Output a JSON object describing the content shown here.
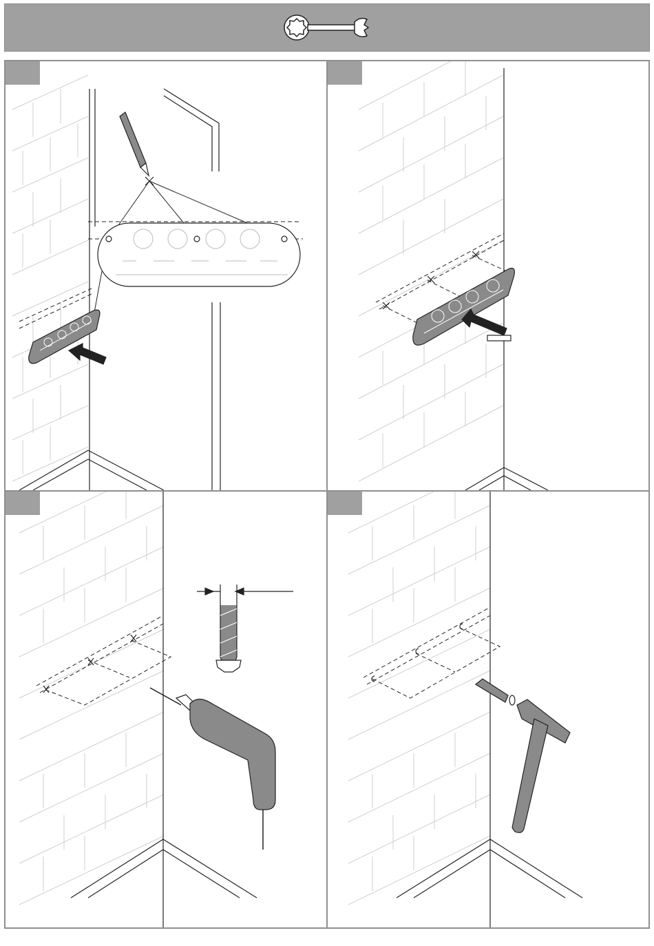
{
  "header": {
    "icon": "wrench-icon",
    "background": "#a0a0a0"
  },
  "steps": [
    {
      "id": 1,
      "tools": [
        "pencil-icon"
      ],
      "action": "mark-holes"
    },
    {
      "id": 2,
      "tools": [],
      "action": "remove-template"
    },
    {
      "id": 3,
      "tools": [
        "drill-icon",
        "drill-bit-icon"
      ],
      "action": "drill-holes"
    },
    {
      "id": 4,
      "tools": [
        "dowel-icon",
        "hammer-icon"
      ],
      "action": "insert-dowels"
    }
  ],
  "colors": {
    "frame": "#8f8f8f",
    "tab": "#a0a0a0",
    "line": "#222222",
    "tool_fill": "#8a8a8a",
    "brick_line": "#cfcfcf"
  }
}
